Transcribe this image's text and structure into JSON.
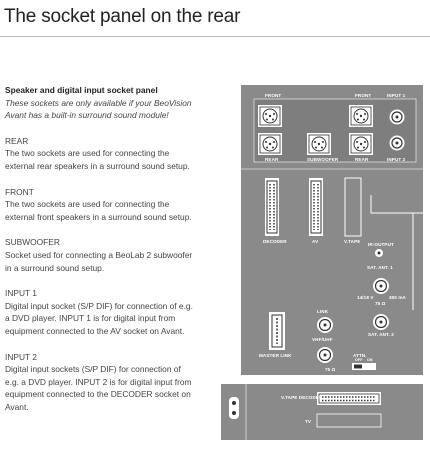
{
  "page": {
    "title": "The socket panel on the rear"
  },
  "text": {
    "heading": "Speaker and digital input socket panel",
    "note_line1": "These sockets are only available if your BeoVision",
    "note_line2": "Avant has a built-in surround sound module!",
    "sections": [
      {
        "title": "REAR",
        "lines": [
          "The two sockets are used for connecting the",
          "external rear speakers in a surround sound setup."
        ]
      },
      {
        "title": "FRONT",
        "lines": [
          "The two sockets are used for connecting the",
          "external front speakers in a surround sound setup."
        ]
      },
      {
        "title": "SUBWOOFER",
        "lines": [
          "Socket used for connecting a BeoLab 2 subwoofer",
          "in a surround sound setup."
        ]
      },
      {
        "title": "INPUT 1",
        "lines": [
          "Digital input socket (S/P DIF) for connection of e.g.",
          "a DVD player. INPUT 1 is for digital input from",
          "equipment connected to the AV socket on Avant."
        ]
      },
      {
        "title": "INPUT 2",
        "lines": [
          "Digital input sockets (S/P DIF) for connection of",
          "e.g. a DVD player. INPUT 2 is for digital input from",
          "equipment connected to the DECODER socket on",
          "Avant."
        ]
      }
    ]
  },
  "panel": {
    "labels": {
      "front_left": "FRONT",
      "front_right": "FRONT",
      "input1": "INPUT 1",
      "rear_left": "REAR",
      "subwoofer": "SUBWOOFER",
      "rear_right": "REAR",
      "input2": "INPUT 2",
      "decoder": "DECODER",
      "av": "AV",
      "vtape": "V.TAPE",
      "ir_output": "IR-OUTPUT",
      "sat_ant1": "SAT. ANT. 1",
      "sat_power": "14/18 V",
      "sat_current": "300 mA",
      "ohm75a": "75 Ω",
      "link": "LINK",
      "sat_ant2": "SAT. ANT. 2",
      "vhf_uhf": "VHF/UHF",
      "ohm75b": "75 Ω",
      "master_link": "MASTER LINK",
      "attn": "ATTN.",
      "attn_off": "OFF",
      "attn_on": "ON",
      "vtape_decoder": "V.TAPE DECODER",
      "tv": "TV"
    }
  }
}
